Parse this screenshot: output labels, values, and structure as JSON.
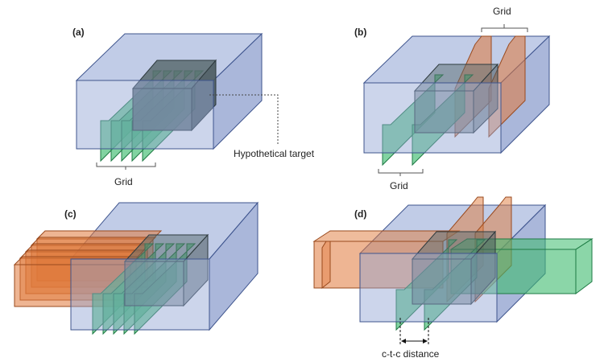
{
  "panels": [
    {
      "id": "a",
      "label": "(a)"
    },
    {
      "id": "b",
      "label": "(b)"
    },
    {
      "id": "c",
      "label": "(c)"
    },
    {
      "id": "d",
      "label": "(d)"
    }
  ],
  "annotations": {
    "grid_a": "Grid",
    "hypothetical_target": "Hypothetical target",
    "grid_b_top": "Grid",
    "grid_b_bottom": "Grid",
    "ctc_distance": "c-t-c distance"
  },
  "colors": {
    "box_fill": "#8EA2D3",
    "box_stroke": "#3F558E",
    "target_fill": "#5A6B70",
    "green_fill": "#3DBB6E",
    "green_stroke": "#1E7A44",
    "orange_fill": "#E0793A",
    "orange_stroke": "#9A4A1E"
  }
}
